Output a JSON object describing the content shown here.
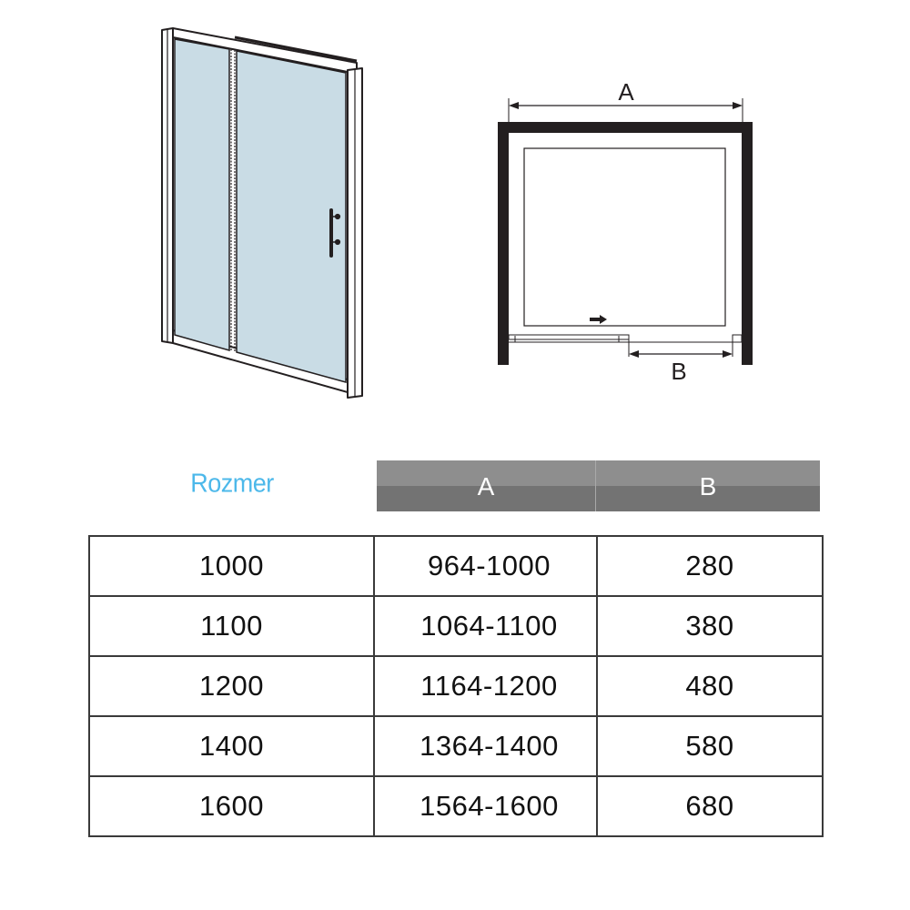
{
  "diagrams": {
    "door_3d": {
      "description": "Isometric sliding shower door with fixed panel and sliding panel",
      "glass_color": "#c9dce5",
      "frame_color": "#231f20",
      "handle_icon": "bar-handle"
    },
    "plan_view": {
      "dimension_a_label": "A",
      "dimension_b_label": "B",
      "slide_direction_icon": "arrow-right",
      "frame_color": "#231f20"
    }
  },
  "table": {
    "size_label": "Rozmer",
    "size_label_color": "#4cb8ea",
    "header_colors": {
      "top": "#8e8e8e",
      "bottom": "#737373",
      "text": "#ffffff"
    },
    "columns": [
      "A",
      "B"
    ],
    "rows": [
      {
        "size": "1000",
        "a": "964-1000",
        "b": "280"
      },
      {
        "size": "1100",
        "a": "1064-1100",
        "b": "380"
      },
      {
        "size": "1200",
        "a": "1164-1200",
        "b": "480"
      },
      {
        "size": "1400",
        "a": "1364-1400",
        "b": "580"
      },
      {
        "size": "1600",
        "a": "1564-1600",
        "b": "680"
      }
    ]
  }
}
